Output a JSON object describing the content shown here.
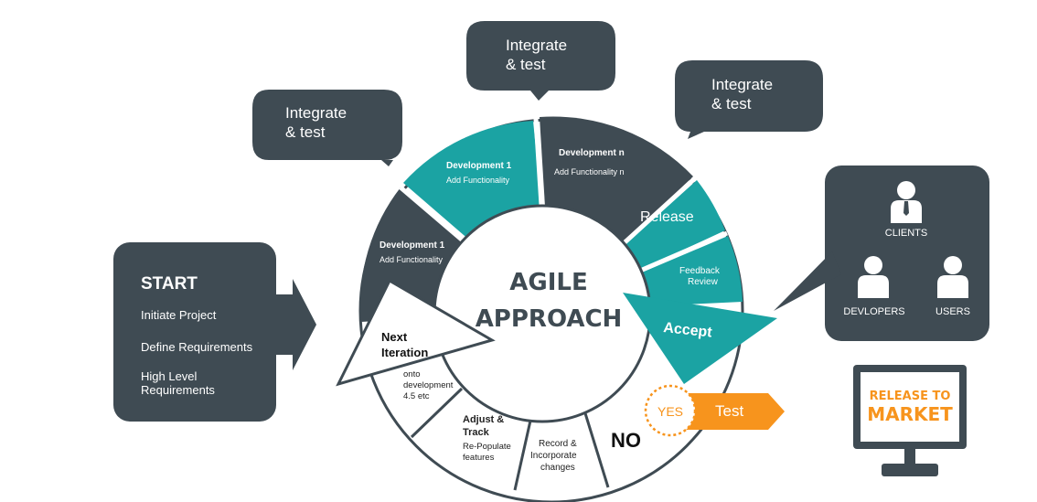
{
  "bubbles": {
    "left": {
      "line1": "Integrate",
      "line2": "& test"
    },
    "top": {
      "line1": "Integrate",
      "line2": "& test"
    },
    "right": {
      "line1": "Integrate",
      "line2": "& test"
    }
  },
  "start": {
    "title": "START",
    "item1": "Initiate Project",
    "item2": "Define Requirements",
    "item3_line1": "High Level",
    "item3_line2": "Requirements"
  },
  "segments": {
    "dev1_left": {
      "title": "Development 1",
      "sub": "Add Functionality"
    },
    "dev1_top": {
      "title": "Development 1",
      "sub": "Add Functionality"
    },
    "devn": {
      "title": "Development n",
      "sub": "Add Functionality n"
    },
    "release": "Release",
    "feedback_line1": "Feedback",
    "feedback_line2": "Review",
    "accept": "Accept",
    "no": "NO",
    "record_line1": "Record &",
    "record_line2": "Incorporate",
    "record_line3": "changes",
    "adjust_line1": "Adjust &",
    "adjust_line2": "Track",
    "adjust_line3": "Re-Populate",
    "adjust_line4": "features",
    "onto_line1": "onto",
    "onto_line2": "development",
    "onto_line3": "4.5 etc",
    "next_line1": "Next",
    "next_line2": "Iteration"
  },
  "center": {
    "line1": "AGILE",
    "line2": "APPROACH"
  },
  "test": {
    "yes": "YES",
    "label": "Test"
  },
  "stakeholders": {
    "clients": "CLIENTS",
    "developers": "DEVLOPERS",
    "users": "USERS"
  },
  "monitor": {
    "line1": "RELEASE TO",
    "line2": "MARKET"
  },
  "colors": {
    "dark": "#3f4b53",
    "teal": "#1ba3a3",
    "orange": "#f7941d",
    "white": "#ffffff"
  }
}
